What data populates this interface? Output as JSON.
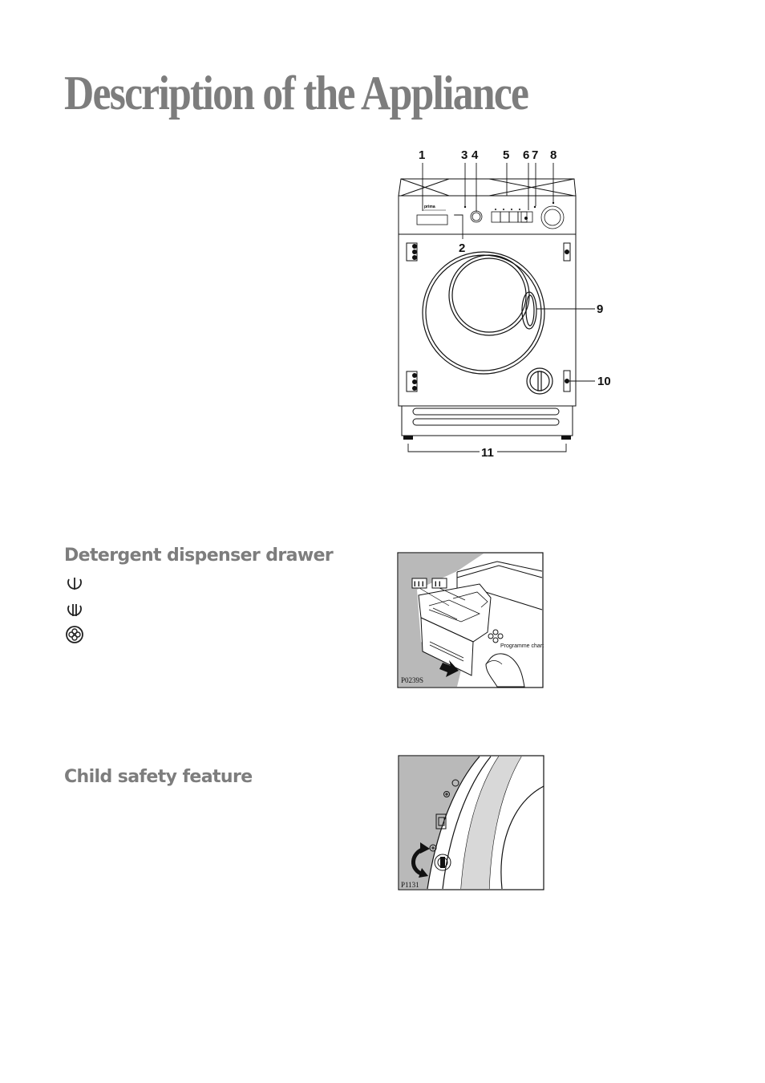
{
  "page": {
    "title": "Description of the Appliance"
  },
  "appliance_figure": {
    "brand": "prima",
    "callouts": [
      "1",
      "2",
      "3",
      "4",
      "5",
      "6",
      "7",
      "8",
      "9",
      "10",
      "11"
    ]
  },
  "detergent_section": {
    "heading": "Detergent dispenser drawer",
    "compartment_icons": [
      "prewash-compartment-icon",
      "main-wash-compartment-icon",
      "fabric-softener-compartment-icon"
    ],
    "figure": {
      "code": "P0239S",
      "caption": "Programme chart",
      "drawer_markings": [
        "I I I",
        "I I"
      ]
    }
  },
  "child_safety_section": {
    "heading": "Child safety feature",
    "figure": {
      "code": "P1131"
    }
  }
}
